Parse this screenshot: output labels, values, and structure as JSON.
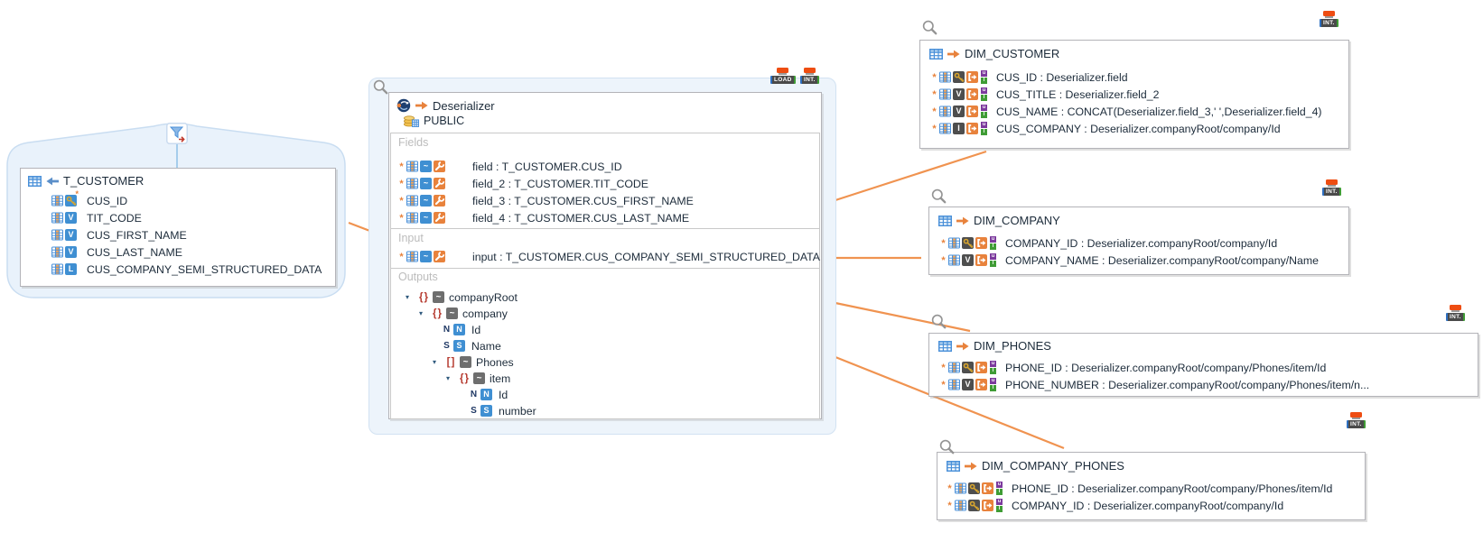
{
  "icons": {
    "star": "*",
    "expand": "▾",
    "wave": "~",
    "update": "u",
    "insert": "I"
  },
  "left": {
    "table": {
      "title": "T_CUSTOMER",
      "rows": [
        {
          "type": "key",
          "star": "*",
          "label": "CUS_ID"
        },
        {
          "type": "V",
          "label": "TIT_CODE"
        },
        {
          "type": "V",
          "label": "CUS_FIRST_NAME"
        },
        {
          "type": "V",
          "star": "*",
          "label": "CUS_LAST_NAME"
        },
        {
          "type": "L",
          "label": "CUS_COMPANY_SEMI_STRUCTURED_DATA"
        }
      ]
    }
  },
  "deserializer": {
    "badges": {
      "load": "LOAD",
      "int": "INT."
    },
    "title": "Deserializer",
    "schema": "PUBLIC",
    "fields": {
      "label": "Fields",
      "rows": [
        {
          "text": "field : T_CUSTOMER.CUS_ID"
        },
        {
          "text": "field_2 : T_CUSTOMER.TIT_CODE"
        },
        {
          "text": "field_3 : T_CUSTOMER.CUS_FIRST_NAME"
        },
        {
          "text": "field_4 : T_CUSTOMER.CUS_LAST_NAME"
        }
      ]
    },
    "input": {
      "label": "Input",
      "rows": [
        {
          "text": "input : T_CUSTOMER.CUS_COMPANY_SEMI_STRUCTURED_DATA"
        }
      ]
    },
    "outputs": {
      "label": "Outputs",
      "rows": [
        {
          "kind": "{}",
          "label": "companyRoot"
        },
        {
          "kind": "{}",
          "label": "company"
        },
        {
          "kind": "N",
          "label": "Id"
        },
        {
          "kind": "S",
          "label": "Name"
        },
        {
          "kind": "[]",
          "label": "Phones"
        },
        {
          "kind": "{}",
          "label": "item"
        },
        {
          "kind": "N",
          "label": "Id"
        },
        {
          "kind": "S",
          "label": "number"
        }
      ]
    }
  },
  "targets": [
    {
      "badge": "INT.",
      "title": "DIM_CUSTOMER",
      "rows": [
        {
          "type": "key",
          "star": "*",
          "text": "CUS_ID : Deserializer.field"
        },
        {
          "type": "V",
          "text": "CUS_TITLE : Deserializer.field_2"
        },
        {
          "type": "V",
          "star": "*",
          "text": "CUS_NAME : CONCAT(Deserializer.field_3,' ',Deserializer.field_4)"
        },
        {
          "type": "I",
          "text": "CUS_COMPANY : Deserializer.companyRoot/company/Id"
        }
      ]
    },
    {
      "badge": "INT.",
      "title": "DIM_COMPANY",
      "rows": [
        {
          "type": "key",
          "star": "*",
          "text": "COMPANY_ID : Deserializer.companyRoot/company/Id"
        },
        {
          "type": "V",
          "text": "COMPANY_NAME : Deserializer.companyRoot/company/Name"
        }
      ]
    },
    {
      "badge": "INT.",
      "title": "DIM_PHONES",
      "rows": [
        {
          "type": "key",
          "star": "*",
          "text": "PHONE_ID : Deserializer.companyRoot/company/Phones/item/Id"
        },
        {
          "type": "V",
          "text": "PHONE_NUMBER : Deserializer.companyRoot/company/Phones/item/n..."
        }
      ]
    },
    {
      "badge": "INT.",
      "title": "DIM_COMPANY_PHONES",
      "rows": [
        {
          "type": "key",
          "star": "*",
          "text": "PHONE_ID : Deserializer.companyRoot/company/Phones/item/Id"
        },
        {
          "type": "key",
          "text": "COMPANY_ID : Deserializer.companyRoot/company/Id"
        }
      ]
    }
  ]
}
